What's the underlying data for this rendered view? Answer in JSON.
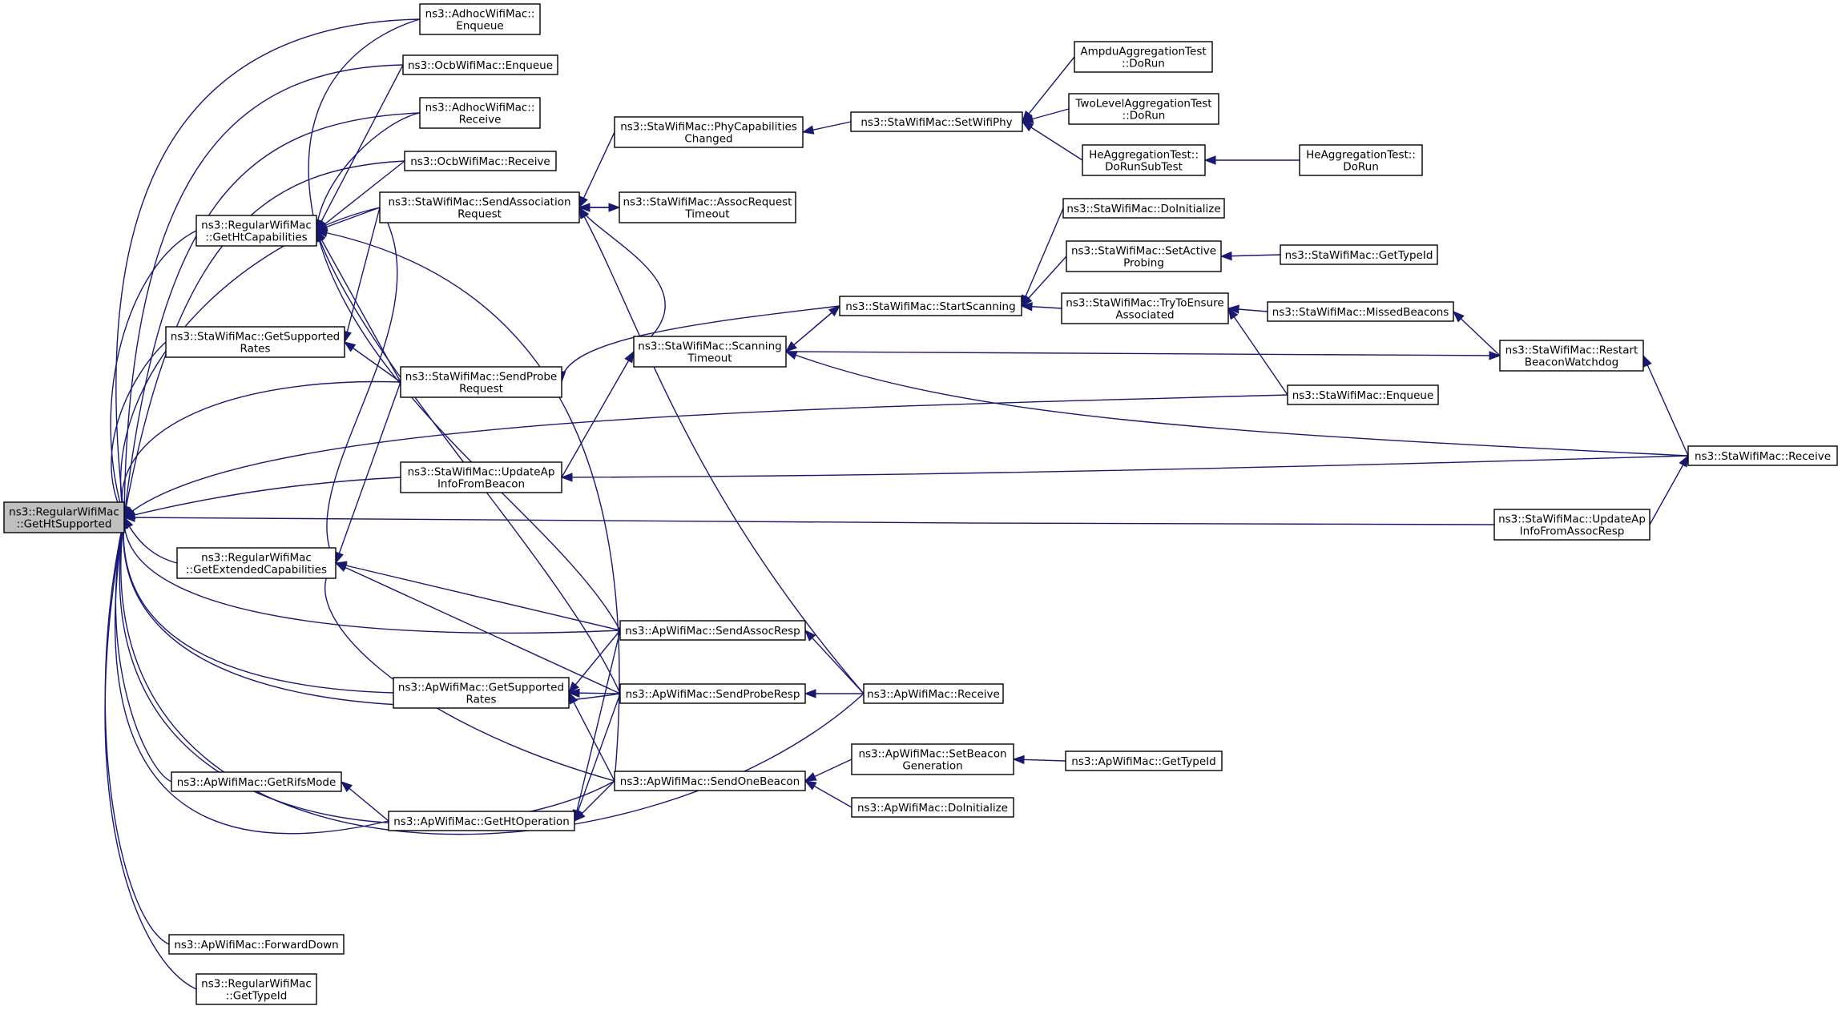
{
  "diagram": {
    "nodes": [
      {
        "id": "root",
        "lines": [
          "ns3::RegularWifiMac",
          "::GetHtSupported"
        ],
        "root": true
      },
      {
        "id": "adhoc_enq",
        "lines": [
          "ns3::AdhocWifiMac::",
          "Enqueue"
        ]
      },
      {
        "id": "ocb_enq",
        "lines": [
          "ns3::OcbWifiMac::Enqueue"
        ]
      },
      {
        "id": "adhoc_recv",
        "lines": [
          "ns3::AdhocWifiMac::",
          "Receive"
        ]
      },
      {
        "id": "ocb_recv",
        "lines": [
          "ns3::OcbWifiMac::Receive"
        ]
      },
      {
        "id": "getht",
        "lines": [
          "ns3::RegularWifiMac",
          "::GetHtCapabilities"
        ]
      },
      {
        "id": "sta_sendassoc",
        "lines": [
          "ns3::StaWifiMac::SendAssociation",
          "Request"
        ]
      },
      {
        "id": "sta_assoctimeout",
        "lines": [
          "ns3::StaWifiMac::AssocRequest",
          "Timeout"
        ]
      },
      {
        "id": "sta_phycap",
        "lines": [
          "ns3::StaWifiMac::PhyCapabilities",
          "Changed"
        ]
      },
      {
        "id": "sta_setwifiphy",
        "lines": [
          "ns3::StaWifiMac::SetWifiPhy"
        ]
      },
      {
        "id": "ampdu",
        "lines": [
          "AmpduAggregationTest",
          "::DoRun"
        ]
      },
      {
        "id": "twolevel",
        "lines": [
          "TwoLevelAggregationTest",
          "::DoRun"
        ]
      },
      {
        "id": "he_sub",
        "lines": [
          "HeAggregationTest::",
          "DoRunSubTest"
        ]
      },
      {
        "id": "he_dorun",
        "lines": [
          "HeAggregationTest::",
          "DoRun"
        ]
      },
      {
        "id": "sta_doinit",
        "lines": [
          "ns3::StaWifiMac::DoInitialize"
        ]
      },
      {
        "id": "sta_setactive",
        "lines": [
          "ns3::StaWifiMac::SetActive",
          "Probing"
        ]
      },
      {
        "id": "sta_gettypeid",
        "lines": [
          "ns3::StaWifiMac::GetTypeId"
        ]
      },
      {
        "id": "sta_startscan",
        "lines": [
          "ns3::StaWifiMac::StartScanning"
        ]
      },
      {
        "id": "sta_trytoensure",
        "lines": [
          "ns3::StaWifiMac::TryToEnsure",
          "Associated"
        ]
      },
      {
        "id": "sta_missed",
        "lines": [
          "ns3::StaWifiMac::MissedBeacons"
        ]
      },
      {
        "id": "sta_getsupported",
        "lines": [
          "ns3::StaWifiMac::GetSupported",
          "Rates"
        ]
      },
      {
        "id": "sta_scantimeout",
        "lines": [
          "ns3::StaWifiMac::Scanning",
          "Timeout"
        ]
      },
      {
        "id": "sta_restart",
        "lines": [
          "ns3::StaWifiMac::Restart",
          "BeaconWatchdog"
        ]
      },
      {
        "id": "sta_sendprobe",
        "lines": [
          "ns3::StaWifiMac::SendProbe",
          "Request"
        ]
      },
      {
        "id": "sta_enqueue",
        "lines": [
          "ns3::StaWifiMac::Enqueue"
        ]
      },
      {
        "id": "sta_updatebeacon",
        "lines": [
          "ns3::StaWifiMac::UpdateAp",
          "InfoFromBeacon"
        ]
      },
      {
        "id": "sta_receive",
        "lines": [
          "ns3::StaWifiMac::Receive"
        ]
      },
      {
        "id": "sta_updateassoc",
        "lines": [
          "ns3::StaWifiMac::UpdateAp",
          "InfoFromAssocResp"
        ]
      },
      {
        "id": "getext",
        "lines": [
          "ns3::RegularWifiMac",
          "::GetExtendedCapabilities"
        ]
      },
      {
        "id": "ap_sendassocresp",
        "lines": [
          "ns3::ApWifiMac::SendAssocResp"
        ]
      },
      {
        "id": "ap_getsupported",
        "lines": [
          "ns3::ApWifiMac::GetSupported",
          "Rates"
        ]
      },
      {
        "id": "ap_sendproberesp",
        "lines": [
          "ns3::ApWifiMac::SendProbeResp"
        ]
      },
      {
        "id": "ap_receive",
        "lines": [
          "ns3::ApWifiMac::Receive"
        ]
      },
      {
        "id": "ap_setbeacon",
        "lines": [
          "ns3::ApWifiMac::SetBeacon",
          "Generation"
        ]
      },
      {
        "id": "ap_gettypeid",
        "lines": [
          "ns3::ApWifiMac::GetTypeId"
        ]
      },
      {
        "id": "ap_getrifs",
        "lines": [
          "ns3::ApWifiMac::GetRifsMode"
        ]
      },
      {
        "id": "ap_sendonebeacon",
        "lines": [
          "ns3::ApWifiMac::SendOneBeacon"
        ]
      },
      {
        "id": "ap_gethtop",
        "lines": [
          "ns3::ApWifiMac::GetHtOperation"
        ]
      },
      {
        "id": "ap_doinit",
        "lines": [
          "ns3::ApWifiMac::DoInitialize"
        ]
      },
      {
        "id": "ap_forwarddown",
        "lines": [
          "ns3::ApWifiMac::ForwardDown"
        ]
      },
      {
        "id": "reg_gettypeid",
        "lines": [
          "ns3::RegularWifiMac",
          "::GetTypeId"
        ]
      }
    ],
    "edges": [
      {
        "from": "adhoc_enq",
        "to": "root"
      },
      {
        "from": "ocb_enq",
        "to": "root"
      },
      {
        "from": "adhoc_recv",
        "to": "root"
      },
      {
        "from": "ocb_recv",
        "to": "root"
      },
      {
        "from": "getht",
        "to": "root"
      },
      {
        "from": "sta_sendassoc",
        "to": "root"
      },
      {
        "from": "sta_getsupported",
        "to": "root"
      },
      {
        "from": "sta_sendprobe",
        "to": "root"
      },
      {
        "from": "sta_enqueue",
        "to": "root"
      },
      {
        "from": "sta_updatebeacon",
        "to": "root"
      },
      {
        "from": "sta_updateassoc",
        "to": "root"
      },
      {
        "from": "getext",
        "to": "root"
      },
      {
        "from": "ap_sendassocresp",
        "to": "root"
      },
      {
        "from": "ap_getsupported",
        "to": "root"
      },
      {
        "from": "ap_sendproberesp",
        "to": "root"
      },
      {
        "from": "ap_getrifs",
        "to": "root"
      },
      {
        "from": "ap_gethtop",
        "to": "root"
      },
      {
        "from": "ap_sendonebeacon",
        "to": "root"
      },
      {
        "from": "ap_receive",
        "to": "root"
      },
      {
        "from": "ap_forwarddown",
        "to": "root"
      },
      {
        "from": "reg_gettypeid",
        "to": "root"
      },
      {
        "from": "adhoc_enq",
        "to": "getht"
      },
      {
        "from": "ocb_enq",
        "to": "getht"
      },
      {
        "from": "adhoc_recv",
        "to": "getht"
      },
      {
        "from": "ocb_recv",
        "to": "getht"
      },
      {
        "from": "sta_sendassoc",
        "to": "getht"
      },
      {
        "from": "sta_sendprobe",
        "to": "getht"
      },
      {
        "from": "ap_sendassocresp",
        "to": "getht"
      },
      {
        "from": "ap_sendproberesp",
        "to": "getht"
      },
      {
        "from": "ap_sendonebeacon",
        "to": "getht"
      },
      {
        "from": "sta_sendassoc",
        "to": "sta_getsupported"
      },
      {
        "from": "sta_sendprobe",
        "to": "sta_getsupported"
      },
      {
        "from": "sta_assoctimeout",
        "to": "sta_sendassoc"
      },
      {
        "from": "sta_phycap",
        "to": "sta_sendassoc"
      },
      {
        "from": "sta_scantimeout",
        "to": "sta_sendassoc"
      },
      {
        "from": "ap_receive",
        "to": "sta_sendassoc"
      },
      {
        "from": "sta_sendassoc",
        "to": "sta_assoctimeout"
      },
      {
        "from": "sta_setwifiphy",
        "to": "sta_phycap"
      },
      {
        "from": "ampdu",
        "to": "sta_setwifiphy"
      },
      {
        "from": "twolevel",
        "to": "sta_setwifiphy"
      },
      {
        "from": "he_sub",
        "to": "sta_setwifiphy"
      },
      {
        "from": "he_dorun",
        "to": "he_sub"
      },
      {
        "from": "sta_gettypeid",
        "to": "sta_setactive"
      },
      {
        "from": "sta_doinit",
        "to": "sta_startscan"
      },
      {
        "from": "sta_setactive",
        "to": "sta_startscan"
      },
      {
        "from": "sta_trytoensure",
        "to": "sta_startscan"
      },
      {
        "from": "sta_scantimeout",
        "to": "sta_startscan"
      },
      {
        "from": "sta_startscan",
        "to": "sta_sendprobe"
      },
      {
        "from": "sta_startscan",
        "to": "sta_scantimeout"
      },
      {
        "from": "sta_missed",
        "to": "sta_trytoensure"
      },
      {
        "from": "sta_enqueue",
        "to": "sta_trytoensure"
      },
      {
        "from": "sta_restart",
        "to": "sta_missed"
      },
      {
        "from": "sta_receive",
        "to": "sta_restart"
      },
      {
        "from": "sta_scantimeout",
        "to": "sta_restart"
      },
      {
        "from": "sta_receive",
        "to": "sta_scantimeout"
      },
      {
        "from": "sta_updatebeacon",
        "to": "sta_scantimeout"
      },
      {
        "from": "sta_receive",
        "to": "sta_updatebeacon"
      },
      {
        "from": "sta_updateassoc",
        "to": "sta_receive"
      },
      {
        "from": "sta_sendassoc",
        "to": "getext"
      },
      {
        "from": "sta_sendprobe",
        "to": "getext"
      },
      {
        "from": "ap_sendassocresp",
        "to": "getext"
      },
      {
        "from": "ap_sendproberesp",
        "to": "getext"
      },
      {
        "from": "ap_sendonebeacon",
        "to": "getext"
      },
      {
        "from": "ap_sendassocresp",
        "to": "ap_getsupported"
      },
      {
        "from": "ap_sendproberesp",
        "to": "ap_getsupported"
      },
      {
        "from": "ap_sendonebeacon",
        "to": "ap_getsupported"
      },
      {
        "from": "ap_receive",
        "to": "ap_sendassocresp"
      },
      {
        "from": "ap_receive",
        "to": "ap_sendproberesp"
      },
      {
        "from": "ap_gethtop",
        "to": "ap_getrifs"
      },
      {
        "from": "ap_sendassocresp",
        "to": "ap_gethtop"
      },
      {
        "from": "ap_sendproberesp",
        "to": "ap_gethtop"
      },
      {
        "from": "ap_sendonebeacon",
        "to": "ap_gethtop"
      },
      {
        "from": "ap_setbeacon",
        "to": "ap_sendonebeacon"
      },
      {
        "from": "ap_doinit",
        "to": "ap_sendonebeacon"
      },
      {
        "from": "ap_gettypeid",
        "to": "ap_setbeacon"
      }
    ]
  }
}
